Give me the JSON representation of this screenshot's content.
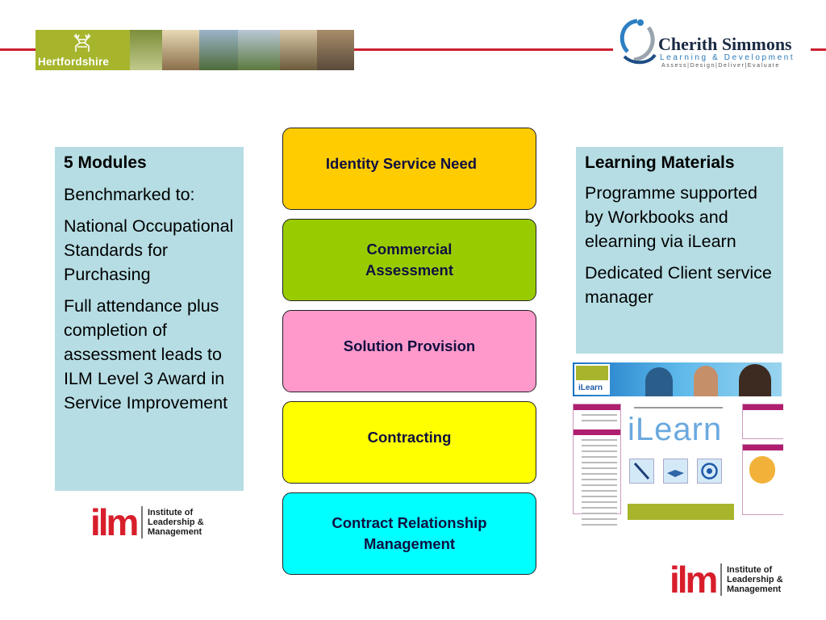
{
  "header": {
    "left_logo_text": "Hertfordshire",
    "company_logo": {
      "name": "Cherith Simmons",
      "tagline": "Learning & Development",
      "subtagline": "Assess|Design|Deliver|Evaluate"
    }
  },
  "left_panel": {
    "heading": "5 Modules",
    "paragraphs": [
      "Benchmarked to:",
      "National Occupational Standards for Purchasing",
      "Full attendance plus completion of assessment leads to ILM Level 3 Award in Service Improvement"
    ]
  },
  "process_steps": [
    {
      "label": "Identity Service Need",
      "color": "#ffcc00"
    },
    {
      "label": "Commercial Assessment",
      "color": "#99cc00"
    },
    {
      "label": "Solution Provision",
      "color": "#ff99cc"
    },
    {
      "label": "Contracting",
      "color": "#ffff00"
    },
    {
      "label": "Contract Relationship Management",
      "color": "#00ffff"
    }
  ],
  "right_panel": {
    "heading": "Learning Materials",
    "paragraphs": [
      "Programme supported by Workbooks and elearning via iLearn",
      "Dedicated Client service manager"
    ]
  },
  "ilm_logo": {
    "mark": "ilm",
    "lines": [
      "Institute of",
      "Leadership &",
      "Management"
    ]
  },
  "ilearn_screenshot": {
    "logo_text": "iLearn",
    "heading": "iLearn"
  },
  "colors": {
    "panel_bg": "#b6dde4",
    "header_rule": "#cc1f2f",
    "ilm_red": "#d81e2b",
    "hertfordshire_green": "#a6b52c"
  }
}
